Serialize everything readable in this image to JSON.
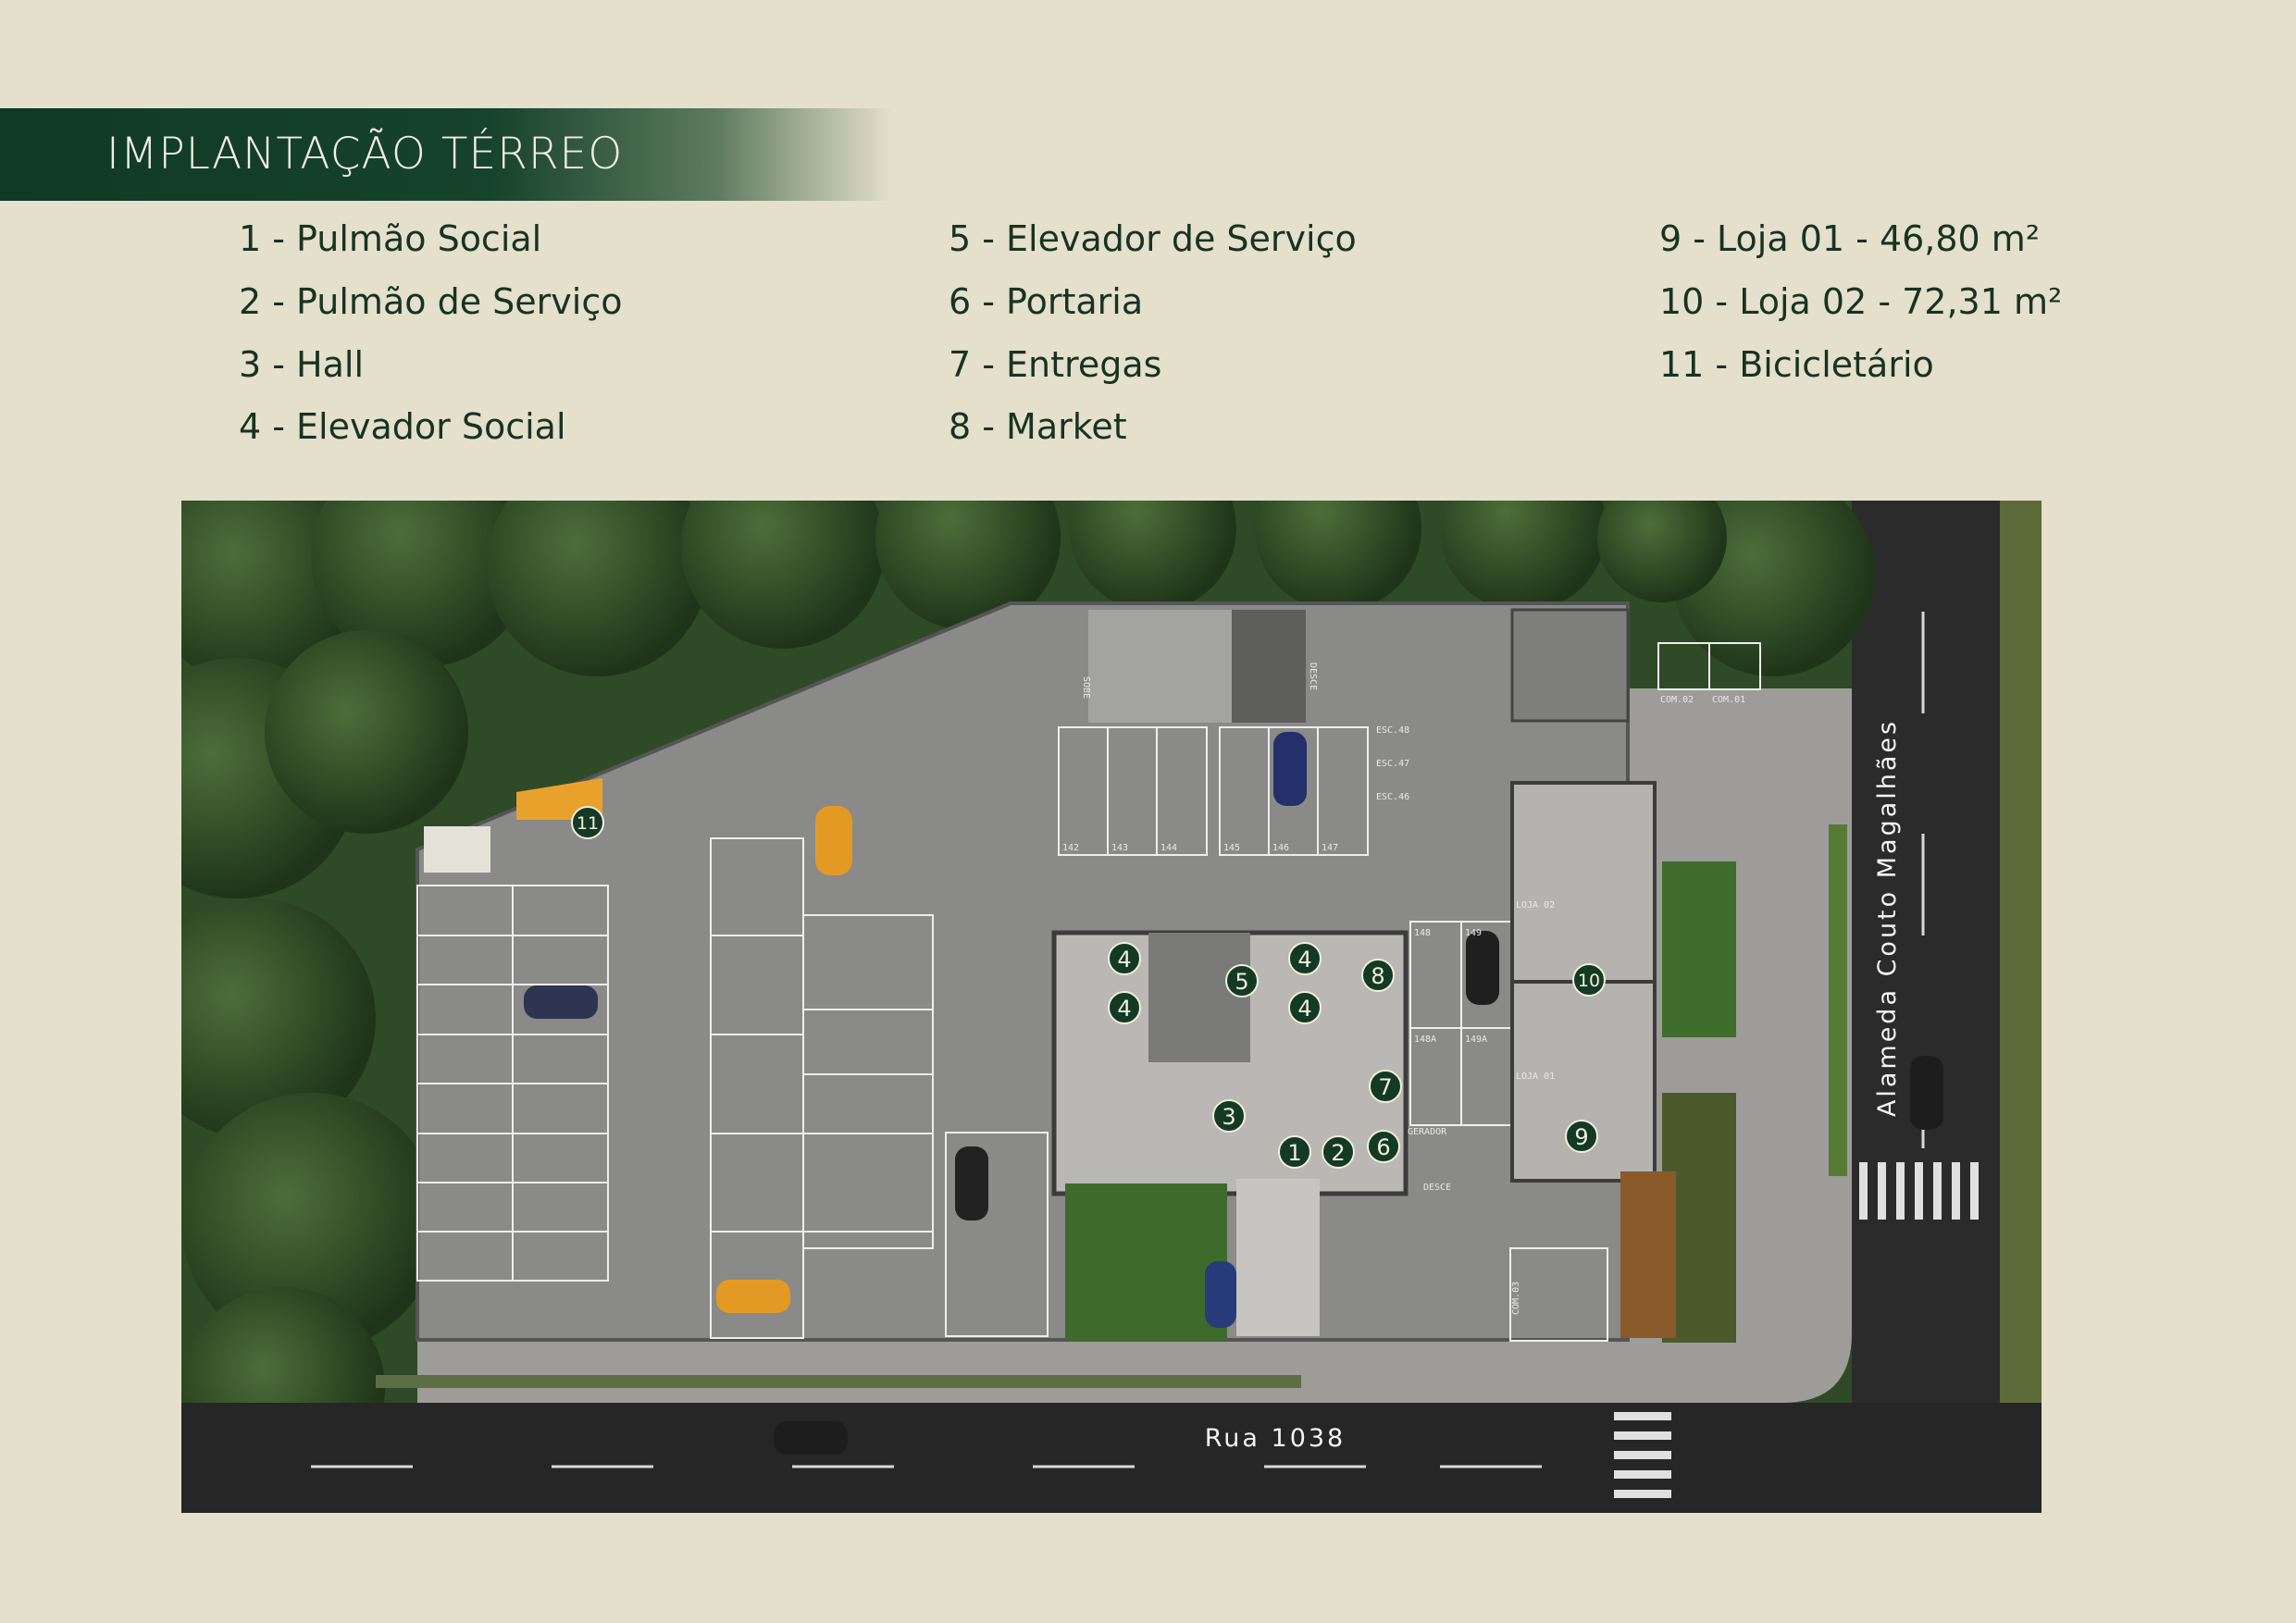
{
  "header": {
    "title": "IMPLANTAÇÃO TÉRREO"
  },
  "legend": {
    "items": [
      "1 - Pulmão Social",
      "2 - Pulmão de Serviço",
      "3 - Hall",
      "4 - Elevador Social",
      "5 - Elevador de Serviço",
      "6 - Portaria",
      "7 - Entregas",
      "8 - Market",
      "9 - Loja 01 - 46,80 m²",
      "10 - Loja 02 - 72,31 m²",
      "11 - Bicicletário"
    ]
  },
  "plan": {
    "streets": {
      "bottom": "Rua 1038",
      "right": "Alameda Couto Magalhães"
    },
    "markers": [
      "1",
      "2",
      "3",
      "4",
      "4",
      "4",
      "4",
      "5",
      "6",
      "7",
      "8",
      "9",
      "10",
      "11"
    ],
    "labels": {
      "ramp_up": "SOBE",
      "ramp_down": "DESCE",
      "exit_down": "DESCE",
      "com01": "COM.01",
      "com02": "COM.02",
      "com03": "COM.03",
      "loja01": "LOJA 01",
      "loja02": "LOJA 02",
      "gerador": "GERADOR",
      "esc46": "ESC.46",
      "esc47": "ESC.47",
      "esc48": "ESC.48",
      "s148": "148",
      "s149": "149",
      "s148a": "148A",
      "s149a": "149A",
      "s142": "142",
      "s143": "143",
      "s144": "144",
      "s145": "145",
      "s146": "146",
      "s147": "147"
    }
  },
  "colors": {
    "brand_green": "#133a25",
    "background": "#e5e0cb",
    "text": "#173322"
  }
}
